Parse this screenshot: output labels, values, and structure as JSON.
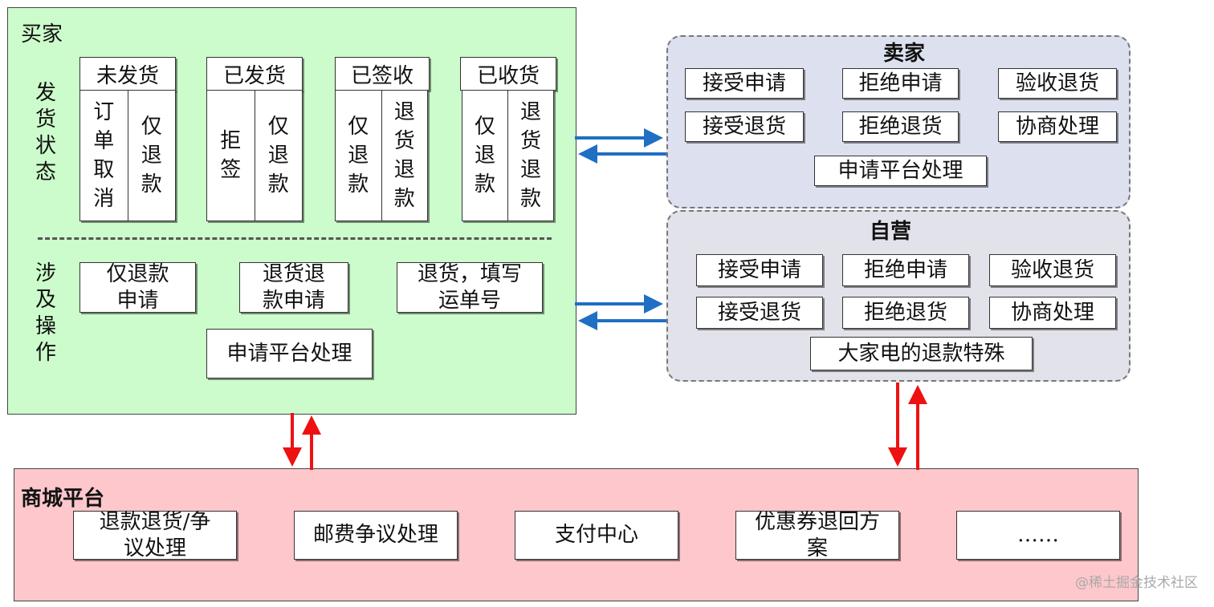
{
  "buyer": {
    "title": "买家",
    "delivery_status_label": "发货状态",
    "operations_label": "涉及操作",
    "statuses": [
      {
        "head": "未发货",
        "cols": [
          "订单取消",
          "仅退款"
        ]
      },
      {
        "head": "已发货",
        "cols": [
          "拒签",
          "仅退款"
        ]
      },
      {
        "head": "已签收",
        "cols": [
          "仅退款",
          "退货退款"
        ]
      },
      {
        "head": "已收货",
        "cols": [
          "仅退款",
          "退货退款"
        ]
      }
    ],
    "operations": {
      "refund_only_request": "仅退款\n申请",
      "return_refund_request": "退货退\n款申请",
      "return_fill_tracking": "退货，填写\n运单号",
      "request_platform": "申请平台处理"
    }
  },
  "seller": {
    "title": "卖家",
    "items": [
      "接受申请",
      "拒绝申请",
      "验收退货",
      "接受退货",
      "拒绝退货",
      "协商处理"
    ],
    "request_platform": "申请平台处理"
  },
  "self_operated": {
    "title": "自营",
    "items": [
      "接受申请",
      "拒绝申请",
      "验收退货",
      "接受退货",
      "拒绝退货",
      "协商处理"
    ],
    "special": "大家电的退款特殊"
  },
  "platform": {
    "title": "商城平台",
    "items": [
      "退款退货/争\n议处理",
      "邮费争议处理",
      "支付中心",
      "优惠券退回方\n案",
      "……"
    ]
  },
  "watermark": "@稀土掘金技术社区",
  "colors": {
    "buyer_bg": "#ccfccb",
    "platform_bg": "#fec7cc",
    "seller_bg": "#dde0ef",
    "self_bg": "#e2e2eb",
    "blue_arrow": "#1f6fc4",
    "red_arrow": "#ee1111"
  }
}
